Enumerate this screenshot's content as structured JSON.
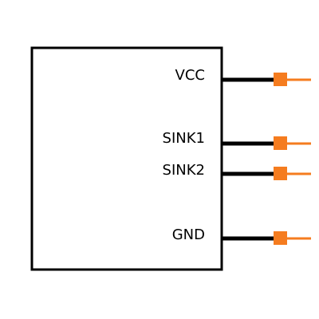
{
  "component": {
    "body_color": "#000000",
    "pins": [
      {
        "label": "VCC"
      },
      {
        "label": "SINK1"
      },
      {
        "label": "SINK2"
      },
      {
        "label": "GND"
      }
    ]
  },
  "colors": {
    "pin_line": "#000000",
    "pin_terminal": "#f57c1f",
    "background": "#ffffff"
  }
}
